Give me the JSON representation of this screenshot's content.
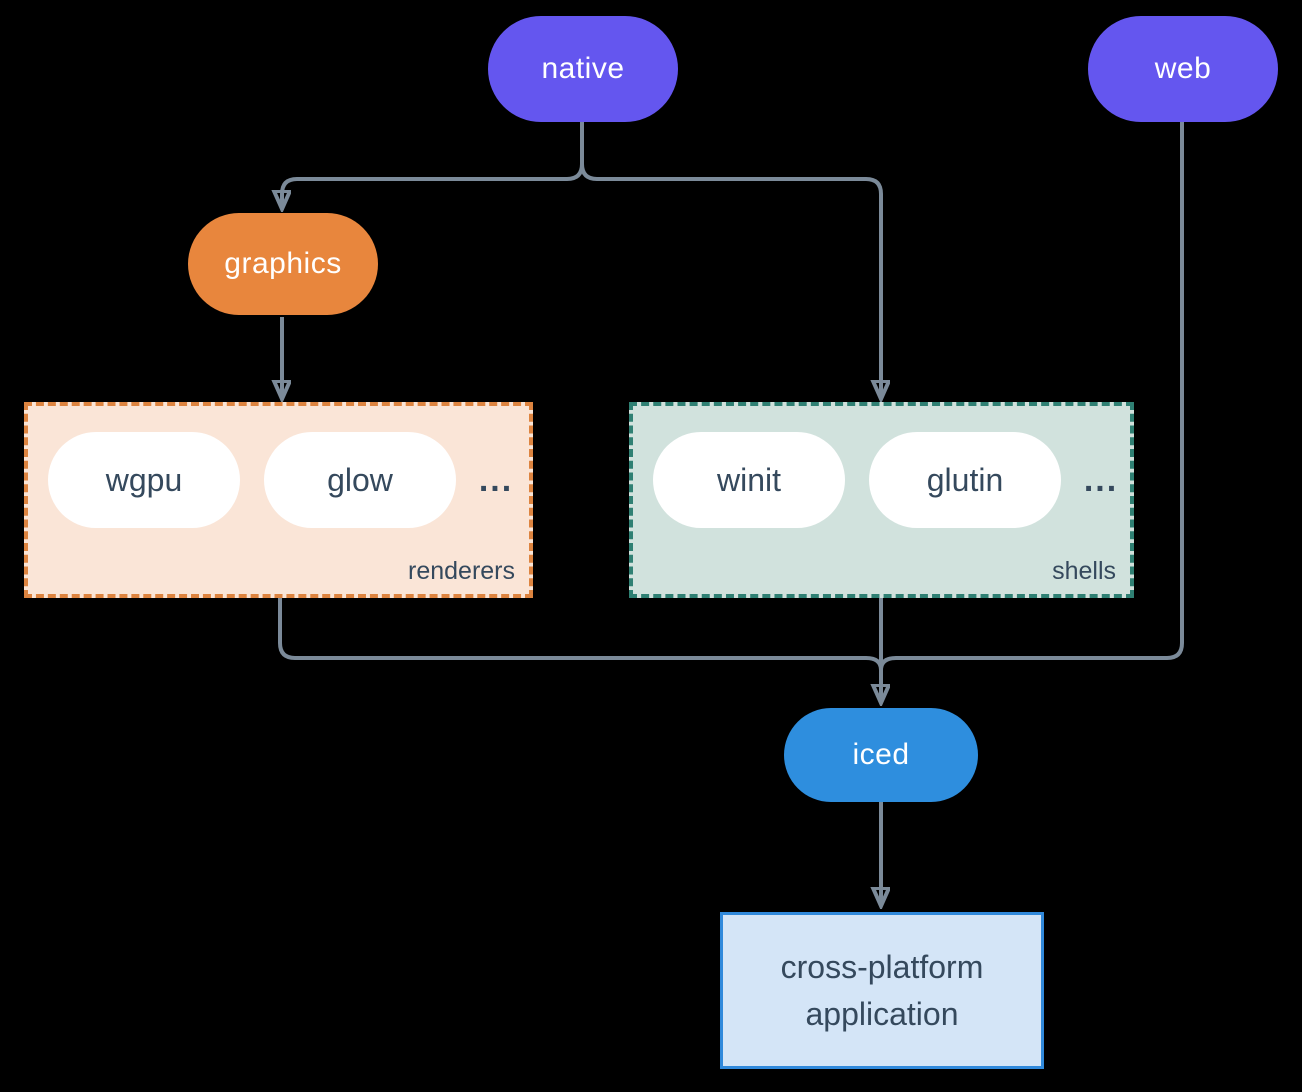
{
  "nodes": {
    "native": {
      "label": "native",
      "color": "#6456ef"
    },
    "web": {
      "label": "web",
      "color": "#6456ef"
    },
    "graphics": {
      "label": "graphics",
      "color": "#e8863d"
    },
    "iced": {
      "label": "iced",
      "color": "#2e8ede"
    },
    "app": {
      "lines": [
        "cross-platform",
        "application"
      ],
      "fill": "#d4e5f7",
      "border": "#3089db"
    }
  },
  "groups": {
    "renderers": {
      "label": "renderers",
      "items": [
        "wgpu",
        "glow"
      ],
      "ellipsis": "...",
      "fill": "#fae5d7",
      "border": "#dd8440"
    },
    "shells": {
      "label": "shells",
      "items": [
        "winit",
        "glutin"
      ],
      "ellipsis": "...",
      "fill": "#d1e2dd",
      "border": "#2f8073"
    }
  },
  "colors": {
    "background": "#000000",
    "connector_line": "#7b8a99",
    "item_text": "#35495d",
    "pill_text": "#ffffff"
  }
}
